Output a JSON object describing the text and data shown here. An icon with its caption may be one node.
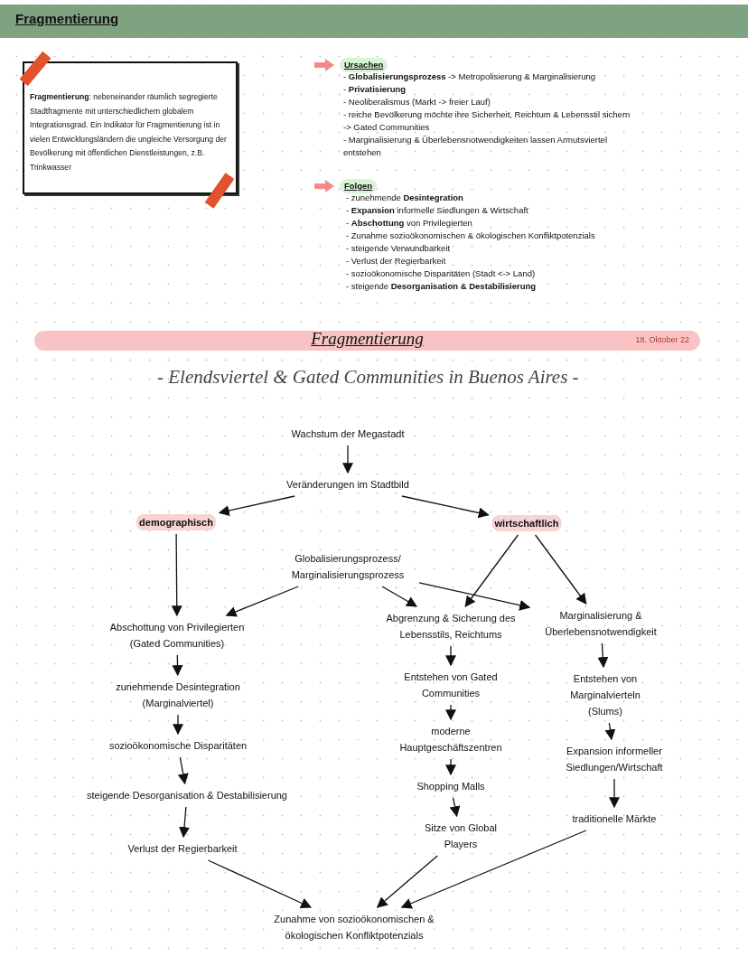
{
  "diagram": {
    "title": "Fragmentierung",
    "nodes": [
      {
        "text": [
          "**Fragmentierung**: nebeneinander räumlich segregierte Stadtfragmente mit unterschiedlichem globalem Integrationsgrad. Ein Indikator für Fragmentierung ist in vielen Entwicklungsländern die ungleiche Versorgung der Bevölkerung mit öffentlichen Dienstleistungen, z.B. Trinkwasser"
        ]
      },
      {
        "text": [
          "Fragmentierung",
          "18. Oktober 22"
        ]
      },
      {
        "text": [
          "Wachstum der Megastadt"
        ]
      },
      {
        "text": [
          "Veränderungen im Stadtbild"
        ]
      },
      {
        "text": [
          "demographisch"
        ]
      },
      {
        "text": [
          "wirtschaftlich"
        ]
      },
      {
        "text": [
          "Globalisierungsprozess/ Marginalisierungsprozess"
        ]
      },
      {
        "text": [
          "Abschottung von Privilegierten (Gated Communities)"
        ]
      },
      {
        "text": [
          "Abgrenzung & Sicherung des Lebensstils, Reichtums"
        ]
      },
      {
        "text": [
          "Marginalisierung & Überlebensnotwendigkeit"
        ]
      },
      {
        "text": [
          "zunehmende Desintegration (Marginalviertel)"
        ]
      },
      {
        "text": [
          "Entstehen von Gated Communities"
        ]
      },
      {
        "text": [
          "Entstehen von Marginalvierteln (Slums)"
        ]
      },
      {
        "text": [
          "sozioökonomische Disparitäten"
        ]
      },
      {
        "text": [
          "moderne Hauptgeschäftszentren"
        ]
      },
      {
        "text": [
          "Expansion informeller Siedlungen/Wirtschaft"
        ]
      },
      {
        "text": [
          "Shopping Malls"
        ]
      },
      {
        "text": [
          "steigende Desorganisation & Destabilisierung"
        ]
      },
      {
        "text": [
          "Sitze von Global Players"
        ]
      },
      {
        "text": [
          "traditionelle Märkte"
        ]
      },
      {
        "text": [
          "Verlust der Regierbarkeit"
        ]
      },
      {
        "text": [
          "Zunahme von sozioökonomischen & ökologischen Konfliktpotenzials"
        ]
      }
    ],
    "edges": [
      {
        "from": 2,
        "to": 3,
        "arrow": "to"
      },
      {
        "from": 3,
        "to": 4,
        "arrow": "to"
      },
      {
        "from": 3,
        "to": 5,
        "arrow": "to"
      },
      {
        "from": 4,
        "to": 7,
        "arrow": "to"
      },
      {
        "from": 5,
        "to": 8,
        "arrow": "to"
      },
      {
        "from": 5,
        "to": 9,
        "arrow": "to"
      },
      {
        "from": 6,
        "to": 7,
        "arrow": "to"
      },
      {
        "from": 6,
        "to": 8,
        "arrow": "to"
      },
      {
        "from": 6,
        "to": 9,
        "arrow": "to"
      },
      {
        "from": 7,
        "to": 10,
        "arrow": "to"
      },
      {
        "from": 10,
        "to": 13,
        "arrow": "to"
      },
      {
        "from": 13,
        "to": 17,
        "arrow": "to"
      },
      {
        "from": 17,
        "to": 20,
        "arrow": "to"
      },
      {
        "from": 20,
        "to": 21,
        "arrow": "to"
      },
      {
        "from": 8,
        "to": 11,
        "arrow": "to"
      },
      {
        "from": 11,
        "to": 14,
        "arrow": "to"
      },
      {
        "from": 14,
        "to": 16,
        "arrow": "to"
      },
      {
        "from": 16,
        "to": 18,
        "arrow": "to"
      },
      {
        "from": 18,
        "to": 21,
        "arrow": "to"
      },
      {
        "from": 9,
        "to": 12,
        "arrow": "to"
      },
      {
        "from": 12,
        "to": 15,
        "arrow": "to"
      },
      {
        "from": 15,
        "to": 19,
        "arrow": "to"
      },
      {
        "from": 19,
        "to": 21,
        "arrow": "to"
      }
    ],
    "labels": [
      "Ursachen",
      "- **Globalisierungsprozess** -> Metropolisierung & Marginalisierung",
      "- **Privatisierung**",
      "- Neoliberalismus (Markt -> freier Lauf)",
      "- reiche Bevölkerung möchte ihre Sicherheit, Reichtum & Lebensstil sichern",
      "-> Gated Communities",
      "- Marginalisierung & Überlebensnotwendigkeiten lassen Armutsviertel entstehen",
      "Folgen",
      "- zunehmende **Desintegration**",
      "- **Expansion** informelle Siedlungen & Wirtschaft",
      "- **Abschottung** von Privilegierten",
      "- Zunahme sozioökonomischen & ökologischen Konfliktpotenzials",
      "- steigende Verwundbarkeit",
      "- Verlust der Regierbarkeit",
      "- sozioökonomische Disparitäten (Stadt <-> Land)",
      "- steigende **Desorganisation & Destabilisierung**",
      "- Elendsviertel & Gated Communities in Buenos Aires -"
    ]
  }
}
